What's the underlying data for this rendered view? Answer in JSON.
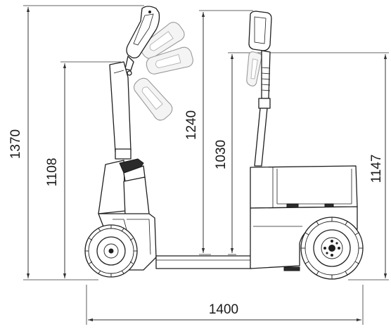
{
  "dimensions": {
    "overall_height": "1370",
    "tiller_height_low": "1108",
    "tiller_height_high": "1240",
    "seat_post_height": "1030",
    "body_height": "1147",
    "overall_length": "1400"
  }
}
